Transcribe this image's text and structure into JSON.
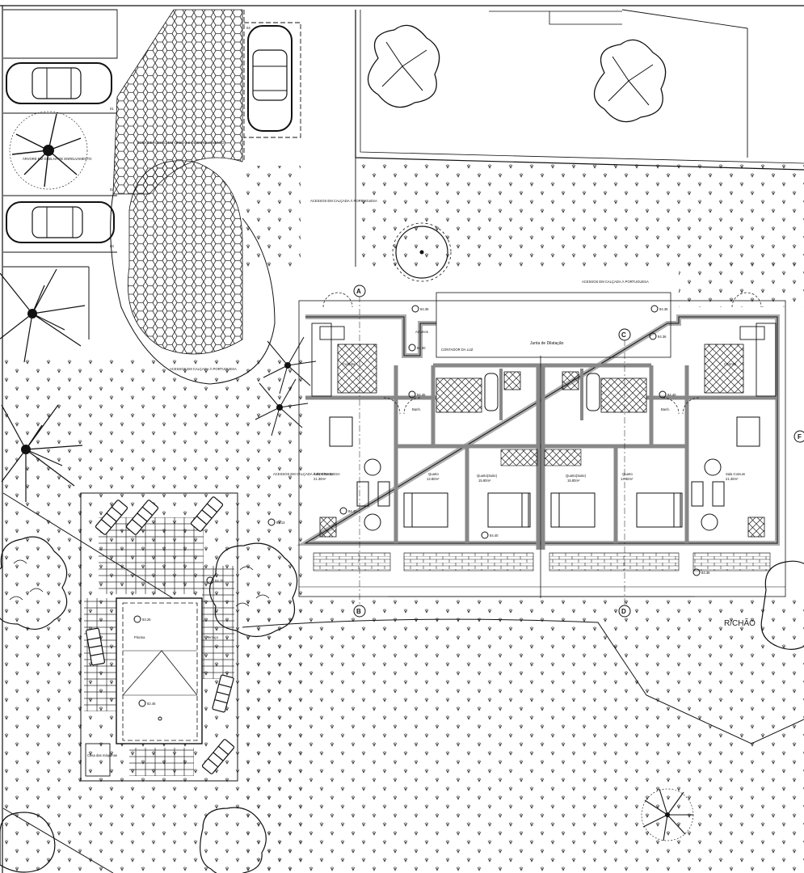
{
  "site": {
    "access_labels": [
      {
        "id": "acesso-1",
        "text": "ACESSOS EM CALÇADA À PORTUGUESA"
      },
      {
        "id": "acesso-2",
        "text": "ACESSOS EM CALÇADA À PORTUGUESA"
      },
      {
        "id": "acesso-3",
        "text": "ACESSOS EM CALÇADA À PORTUGUESA"
      },
      {
        "id": "acesso-4",
        "text": "ACESSOS EM CALÇADA À PORTUGUESA"
      }
    ],
    "grass_block_label": "ZONA DE ACESSO EM GRELHAS DE ENRELVAMENTO",
    "tree_label": "ÁRVORE EM GRELHA DE ENRELVAMENTO",
    "parking_numbers": [
      "01",
      "02",
      "03",
      "04"
    ],
    "ground_label": "R/CHÃO",
    "joint_label": "Junta de Dilatação",
    "meter_label": "CONTADOR DA LUZ",
    "storage_label": "Arrumos",
    "axes": [
      "A",
      "B",
      "C",
      "D",
      "F"
    ],
    "elevations": [
      "84.36",
      "84.36",
      "84.40",
      "84.40",
      "84.45",
      "84.40",
      "84.40",
      "84.13",
      "84.15",
      "84.36",
      "84.36",
      "83.25",
      "82.45"
    ],
    "pool_label": "Piscina",
    "terrace_label": "Terraço",
    "machine_label": "Casa das máquinas"
  },
  "units": {
    "left": {
      "kitchen": "Cozinha",
      "living": "Sala Comum",
      "living_area": "21.30m²",
      "bath": "Banh.",
      "bedroom1": "Quarto",
      "bedroom1_area": "13.80m²",
      "bedroom2": "Quarto(Suite)",
      "bedroom2_area": "15.80m²"
    },
    "right": {
      "kitchen": "Cozinha",
      "living": "Sala Comum",
      "living_area": "21.30m²",
      "bath": "Banh.",
      "bedroom1": "Quarto",
      "bedroom1_area": "13.80m²",
      "bedroom2": "Quarto(Suite)",
      "bedroom2_area": "15.80m²"
    }
  },
  "colors": {
    "ink": "#111111",
    "wall": "#b8b8b8",
    "paper": "#ffffff"
  }
}
